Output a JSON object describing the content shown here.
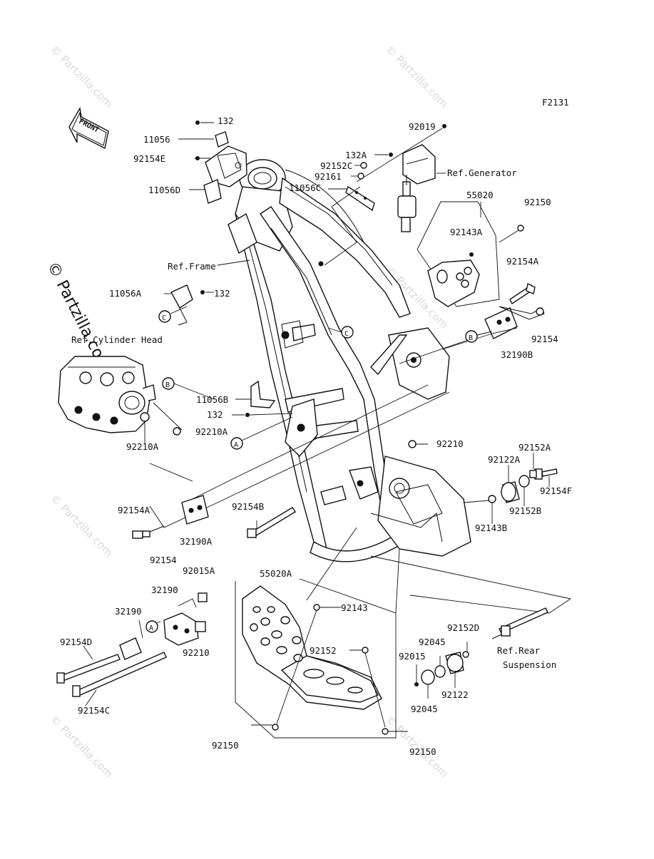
{
  "figure_code": "F2131",
  "front_label": "FRONT",
  "watermark_text": "© Partzilla.com",
  "callout_letters": {
    "a": "A",
    "b": "B",
    "c": "C"
  },
  "labels": {
    "l132_top": "132",
    "l11056": "11056",
    "l92154E": "92154E",
    "l11056D": "11056D",
    "l92019": "92019",
    "l132A": "132A",
    "l92152C": "92152C",
    "l92161": "92161",
    "l11056C": "11056C",
    "ref_generator": "Ref.Generator",
    "l55020": "55020",
    "l92150_top": "92150",
    "l92143A": "92143A",
    "ref_frame": "Ref.Frame",
    "l92154A_right": "92154A",
    "l11056A": "11056A",
    "l132_mid": "132",
    "l92154_right": "92154",
    "ref_cylinder_head": "Ref.Cylinder Head",
    "l32190B": "32190B",
    "l11056B": "11056B",
    "l132_low": "132",
    "l92210A_right": "92210A",
    "l92210A_left": "92210A",
    "l92210": "92210",
    "l92152A": "92152A",
    "l92122A": "92122A",
    "l92154F": "92154F",
    "l92152B": "92152B",
    "l92143B": "92143B",
    "l92154A_left": "92154A",
    "l92154B": "92154B",
    "l32190A": "32190A",
    "l92154_left": "92154",
    "l55020A": "55020A",
    "l92015A": "92015A",
    "l32190_upper": "32190",
    "l32190_lower": "32190",
    "l92143": "92143",
    "l92154D": "92154D",
    "l92210_low": "92210",
    "l92152": "92152",
    "l92152D": "92152D",
    "l92045_top": "92045",
    "l92015": "92015",
    "ref_rear": "Ref.Rear",
    "suspension": "Suspension",
    "l92122": "92122",
    "l92045_bottom": "92045",
    "l92154C": "92154C",
    "l92150_bl": "92150",
    "l92150_br": "92150"
  }
}
